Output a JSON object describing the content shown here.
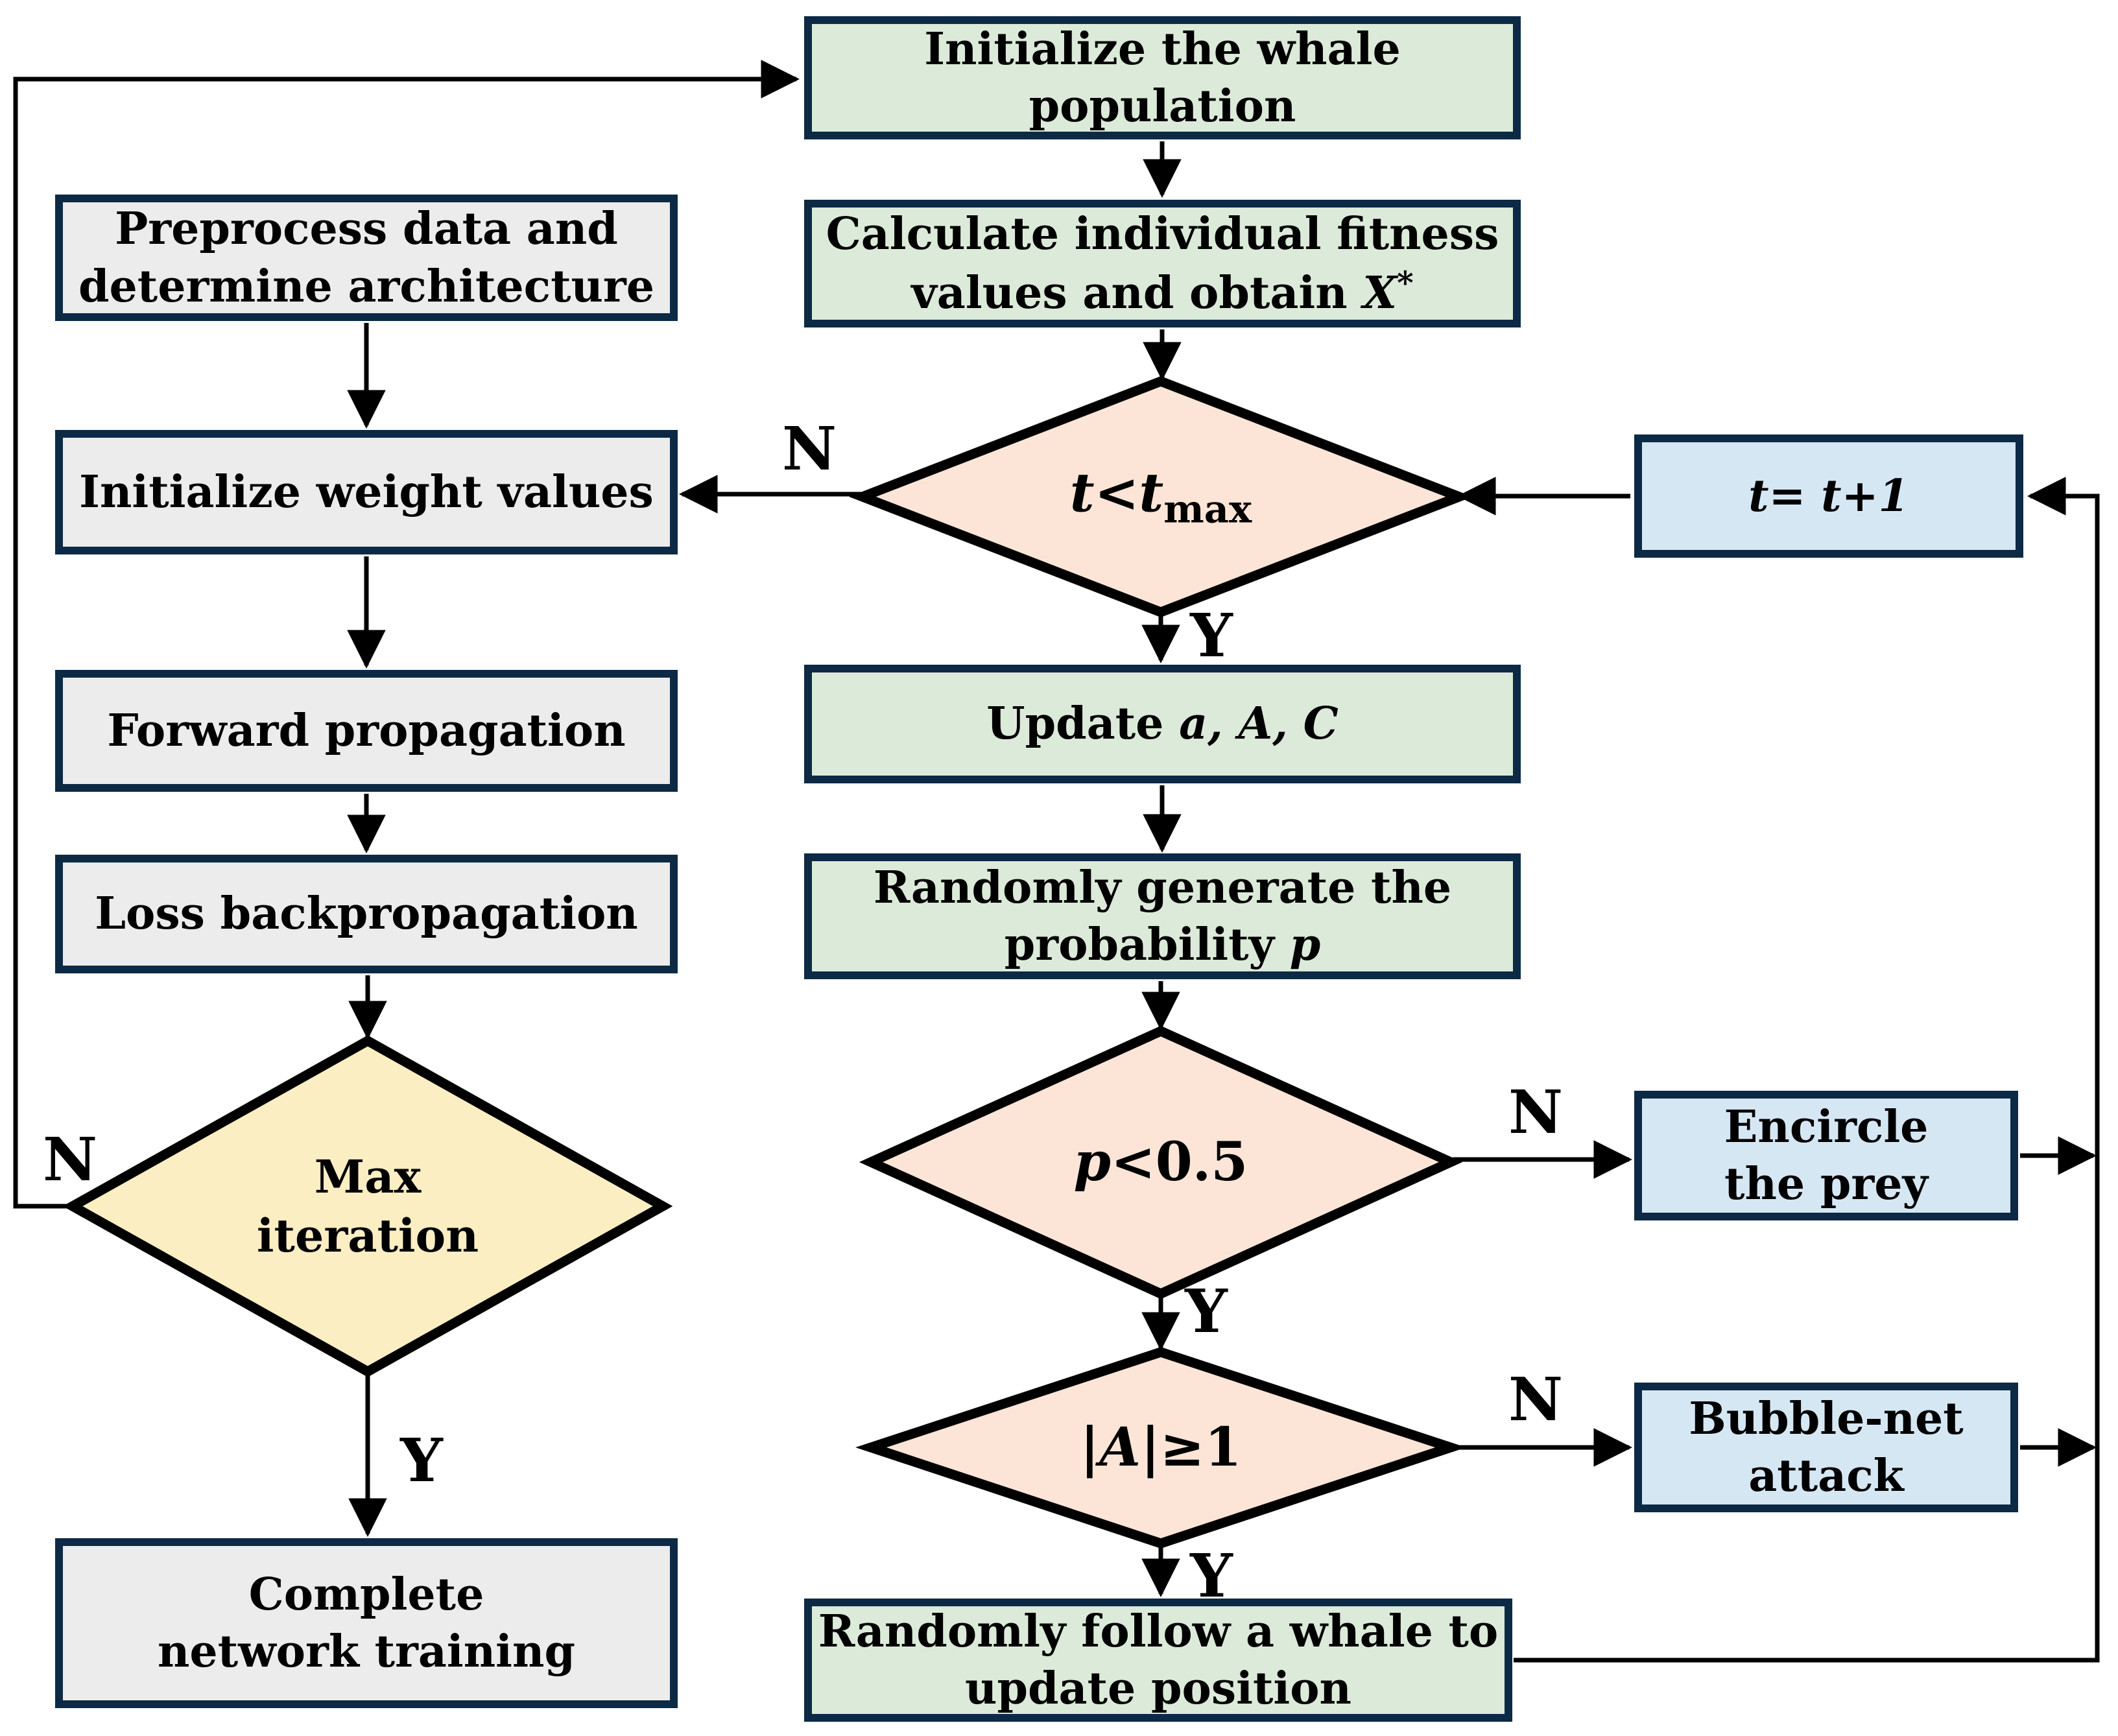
{
  "colors": {
    "navy": "#0c2a45",
    "green": "#dcead9",
    "gray": "#ececec",
    "blue": "#d6e7f4",
    "pink": "#fce5d6",
    "yellow": "#fbeec3",
    "line": "#000000"
  },
  "edge_labels": {
    "yes": "Y",
    "no": "N"
  },
  "nodes": {
    "init_population": {
      "lines": [
        "Initialize the whale",
        "population"
      ]
    },
    "calc_fitness": {
      "line1": "Calculate individual fitness",
      "line2_prefix": "values and obtain ",
      "var": "X",
      "sup": "*"
    },
    "cond_t": {
      "var1": "t",
      "op": "<",
      "var2": "t",
      "sub": "max"
    },
    "t_inc": {
      "text": "t= t+1"
    },
    "update_aac": {
      "prefix": "Update ",
      "vars": "a, A, C"
    },
    "gen_p": {
      "line1": "Randomly generate the",
      "line2_prefix": "probability ",
      "var": "p"
    },
    "cond_p": {
      "var": "p",
      "rest": "<0.5"
    },
    "cond_a": {
      "pre": "|",
      "var": "A",
      "post": "|≥1"
    },
    "encircle": {
      "lines": [
        "Encircle",
        "the prey"
      ]
    },
    "bubble": {
      "lines": [
        "Bubble-net",
        "attack"
      ]
    },
    "follow": {
      "lines": [
        "Randomly follow a whale to",
        "update position"
      ]
    },
    "preprocess": {
      "lines": [
        "Preprocess data and",
        "determine architecture"
      ]
    },
    "init_weights": {
      "text": "Initialize weight values"
    },
    "forward": {
      "text": "Forward propagation"
    },
    "loss_backprop": {
      "text": "Loss backpropagation"
    },
    "max_iteration": {
      "lines": [
        "Max",
        "iteration"
      ]
    },
    "complete": {
      "lines": [
        "Complete",
        "network training"
      ]
    }
  }
}
